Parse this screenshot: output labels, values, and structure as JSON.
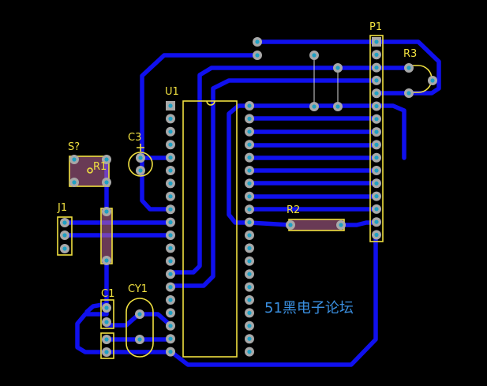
{
  "labels": {
    "p1": "P1",
    "r3": "R3",
    "u1": "U1",
    "c3": "C3",
    "s7": "S?",
    "r1": "R1",
    "j1": "J1",
    "r2": "R2",
    "c1": "C1",
    "cy1": "CY1"
  },
  "watermark": "51黑电子论坛",
  "colors": {
    "background": "#000000",
    "trace": "#1010ee",
    "silkscreen": "#f0e040",
    "pad": "#a8a8a8",
    "drill": "#1fa0c4",
    "watermark": "#3a8fe0"
  }
}
